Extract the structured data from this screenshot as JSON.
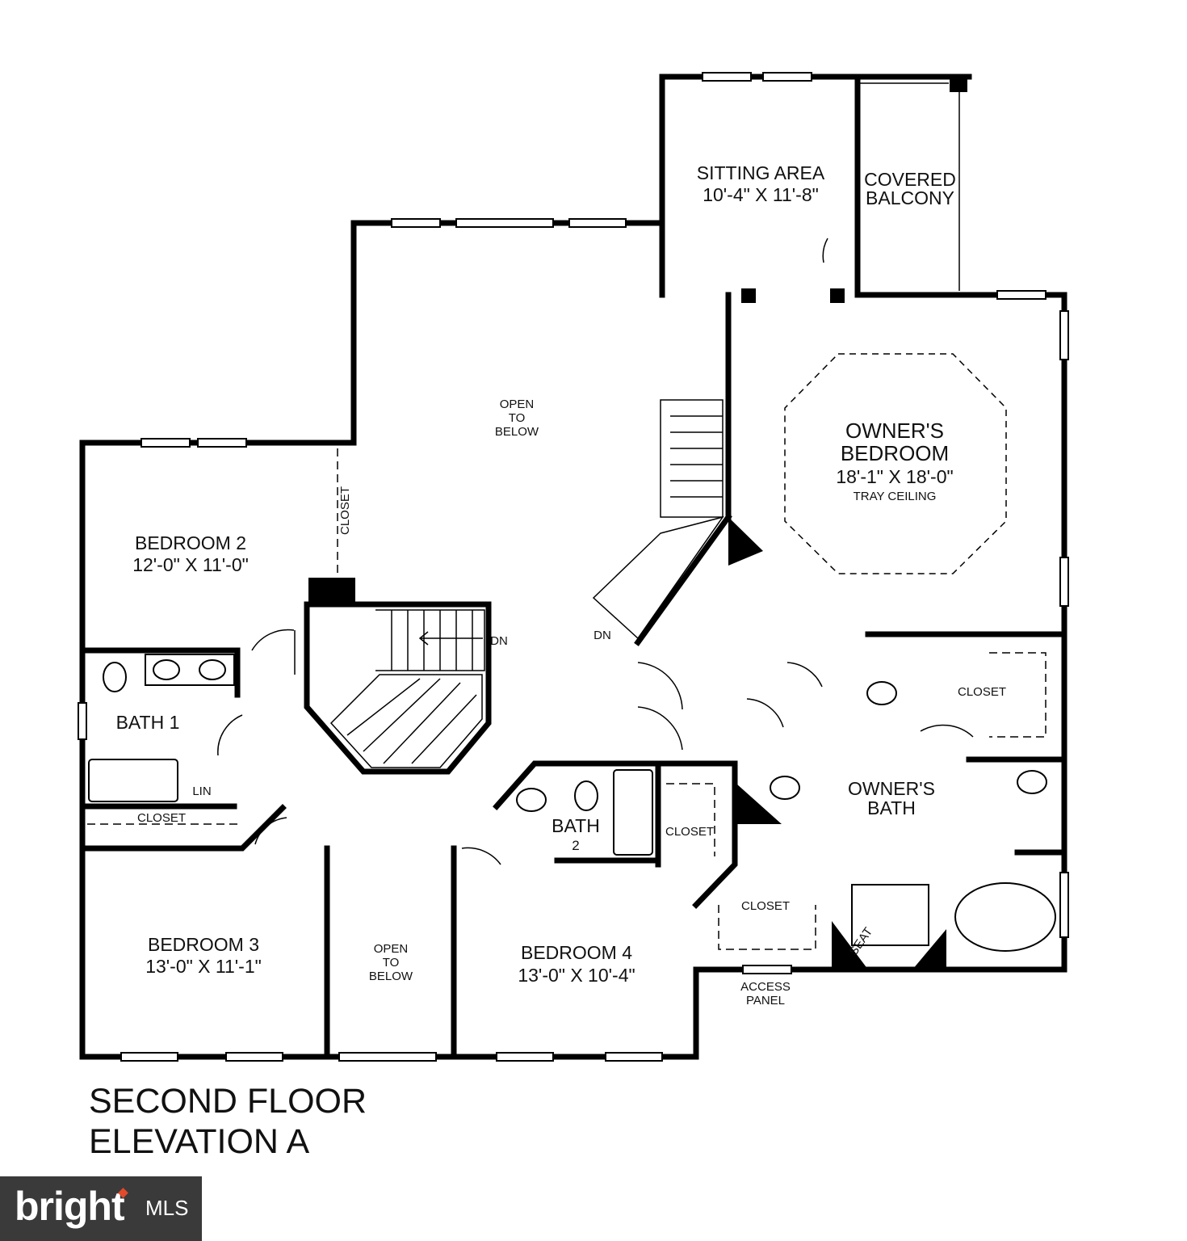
{
  "plan": {
    "rooms": {
      "sitting_area": {
        "name": "SITTING AREA",
        "size": "10'-4\" X 11'-8\""
      },
      "covered_balcony": {
        "line1": "COVERED",
        "line2": "BALCONY"
      },
      "open_to_below_top": {
        "line1": "OPEN",
        "line2": "TO",
        "line3": "BELOW"
      },
      "owners_bedroom": {
        "line1": "OWNER'S",
        "line2": "BEDROOM",
        "size": "18'-1\" X 18'-0\"",
        "note": "TRAY CEILING"
      },
      "bedroom2": {
        "name": "BEDROOM 2",
        "size": "12'-0\" X 11'-0\""
      },
      "bedroom2_closet": "CLOSET",
      "bath1": "BATH 1",
      "lin": "LIN",
      "hall_closet": "CLOSET",
      "owners_closet_upper": "CLOSET",
      "owners_bath": {
        "line1": "OWNER'S",
        "line2": "BATH"
      },
      "bath2": {
        "line1": "BATH",
        "line2": "2"
      },
      "bath2_closet": "CLOSET",
      "owners_closet_lower": "CLOSET",
      "seat": "SEAT",
      "bedroom3": {
        "name": "BEDROOM 3",
        "size": "13'-0\" X 11'-1\""
      },
      "open_to_below_bottom": {
        "line1": "OPEN",
        "line2": "TO",
        "line3": "BELOW"
      },
      "bedroom4": {
        "name": "BEDROOM 4",
        "size": "13'-0\" X 10'-4\""
      },
      "access_panel": {
        "line1": "ACCESS",
        "line2": "PANEL"
      }
    },
    "stairs": {
      "down_left": "DN",
      "down_right": "DN"
    }
  },
  "title": {
    "line1": "SECOND FLOOR",
    "line2": "ELEVATION A"
  },
  "logo": {
    "brand": "bright",
    "suffix": "MLS",
    "accent": "#e24a2b",
    "background": "#3a3a3a"
  }
}
